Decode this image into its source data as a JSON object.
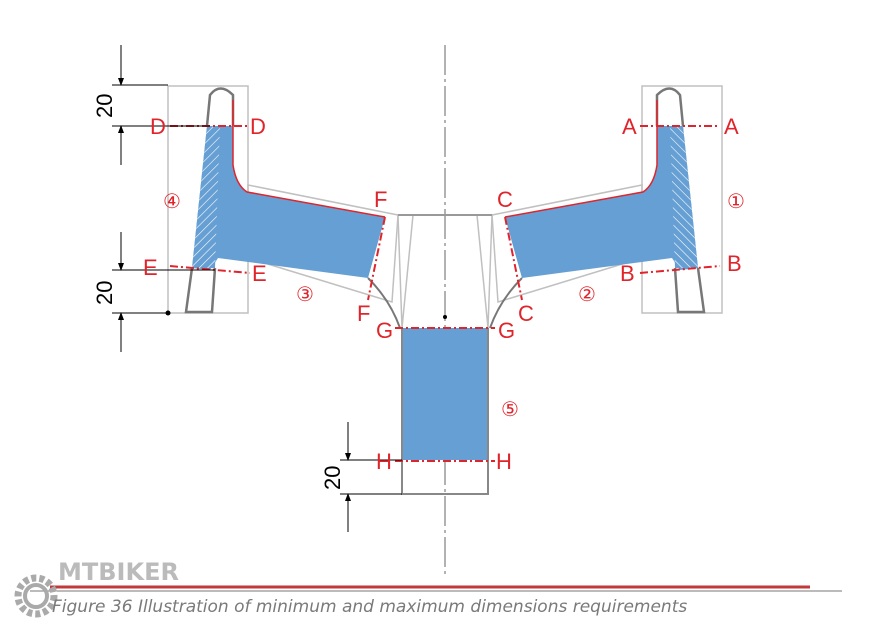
{
  "labels": {
    "A": "A",
    "B": "B",
    "C": "C",
    "D": "D",
    "E": "E",
    "F": "F",
    "G": "G",
    "H": "H"
  },
  "zones": {
    "z1": "①",
    "z2": "②",
    "z3": "③",
    "z4": "④",
    "z5": "⑤"
  },
  "dimensions": {
    "top_left": "20",
    "bottom_left": "20",
    "stem": "20"
  },
  "caption": "Figure 36 Illustration of minimum and maximum dimensions requirements",
  "watermark": "MTBIKER",
  "colors": {
    "fill": "#659fd3",
    "red": "#e0242b",
    "outline": "#777777",
    "frame": "#c0c0c0"
  }
}
